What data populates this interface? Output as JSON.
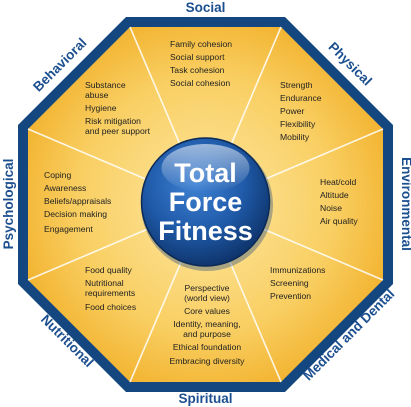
{
  "diagram": {
    "center_label": [
      "Total",
      "Force",
      "Fitness"
    ],
    "colors": {
      "octagon_fill": "#f7c045",
      "octagon_light": "#fde7a2",
      "octagon_border": "#14477f",
      "center_fill": "#1f5aa8",
      "center_dark": "#0c2f63",
      "domain_text": "#1c4f8f",
      "item_text": "#222222"
    },
    "domains": [
      {
        "label": "Social",
        "items": [
          "Family cohesion",
          "Social support",
          "Task cohesion",
          "Social cohesion"
        ]
      },
      {
        "label": "Physical",
        "items": [
          "Strength",
          "Endurance",
          "Power",
          "Flexibility",
          "Mobility"
        ]
      },
      {
        "label": "Environmental",
        "items": [
          "Heat/cold",
          "Altitude",
          "Noise",
          "Air quality"
        ]
      },
      {
        "label": "Medical and Dental",
        "items": [
          "Immunizations",
          "Screening",
          "Prevention"
        ]
      },
      {
        "label": "Spiritual",
        "items": [
          "Perspective",
          "(world view)",
          "Core values",
          "Identity, meaning,",
          "and purpose",
          "Ethical foundation",
          "Embracing diversity"
        ]
      },
      {
        "label": "Nutritional",
        "items": [
          "Food quality",
          "Nutritional",
          "requirements",
          "Food choices"
        ]
      },
      {
        "label": "Psychological",
        "items": [
          "Coping",
          "Awareness",
          "Beliefs/appraisals",
          "Decision making",
          "Engagement"
        ]
      },
      {
        "label": "Behavioral",
        "items": [
          "Substance",
          "abuse",
          "Hygiene",
          "Risk mitigation",
          "and peer support"
        ]
      }
    ]
  }
}
